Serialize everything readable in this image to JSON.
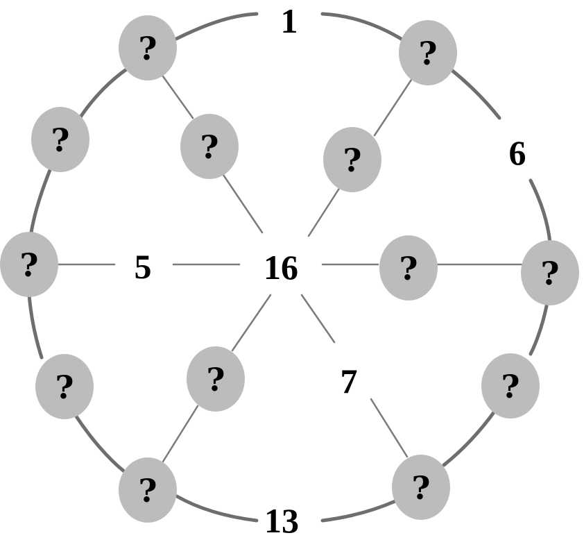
{
  "puzzle": {
    "unknown_symbol": "?",
    "center_value": "16",
    "ring_numbers": {
      "top": "1",
      "right_upper": "6",
      "bottom": "13"
    },
    "spoke_numbers": {
      "left": "5",
      "lower_right": "7"
    },
    "colors": {
      "node_fill": "#bcbcbc",
      "ring_stroke": "#6e6e6e",
      "spoke_stroke": "#7a7a7a",
      "text": "#000000",
      "background": "#ffffff"
    }
  }
}
